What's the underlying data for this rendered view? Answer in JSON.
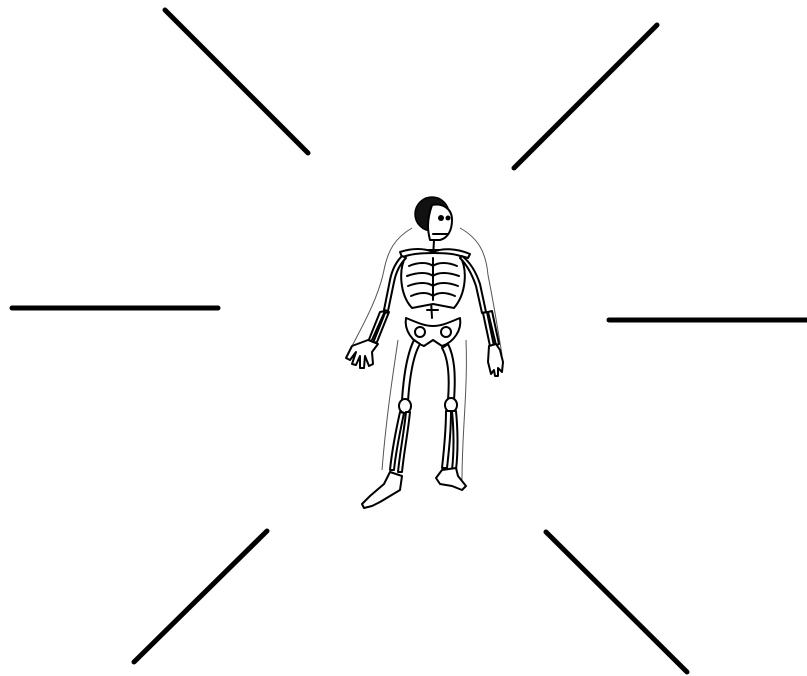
{
  "diagram": {
    "central_image": "human-skeleton",
    "line_color": "#000000",
    "pointer_lines": [
      {
        "name": "pointer-line-top-left"
      },
      {
        "name": "pointer-line-top-right"
      },
      {
        "name": "pointer-line-left"
      },
      {
        "name": "pointer-line-right"
      },
      {
        "name": "pointer-line-bottom-left"
      },
      {
        "name": "pointer-line-bottom-right"
      }
    ]
  }
}
